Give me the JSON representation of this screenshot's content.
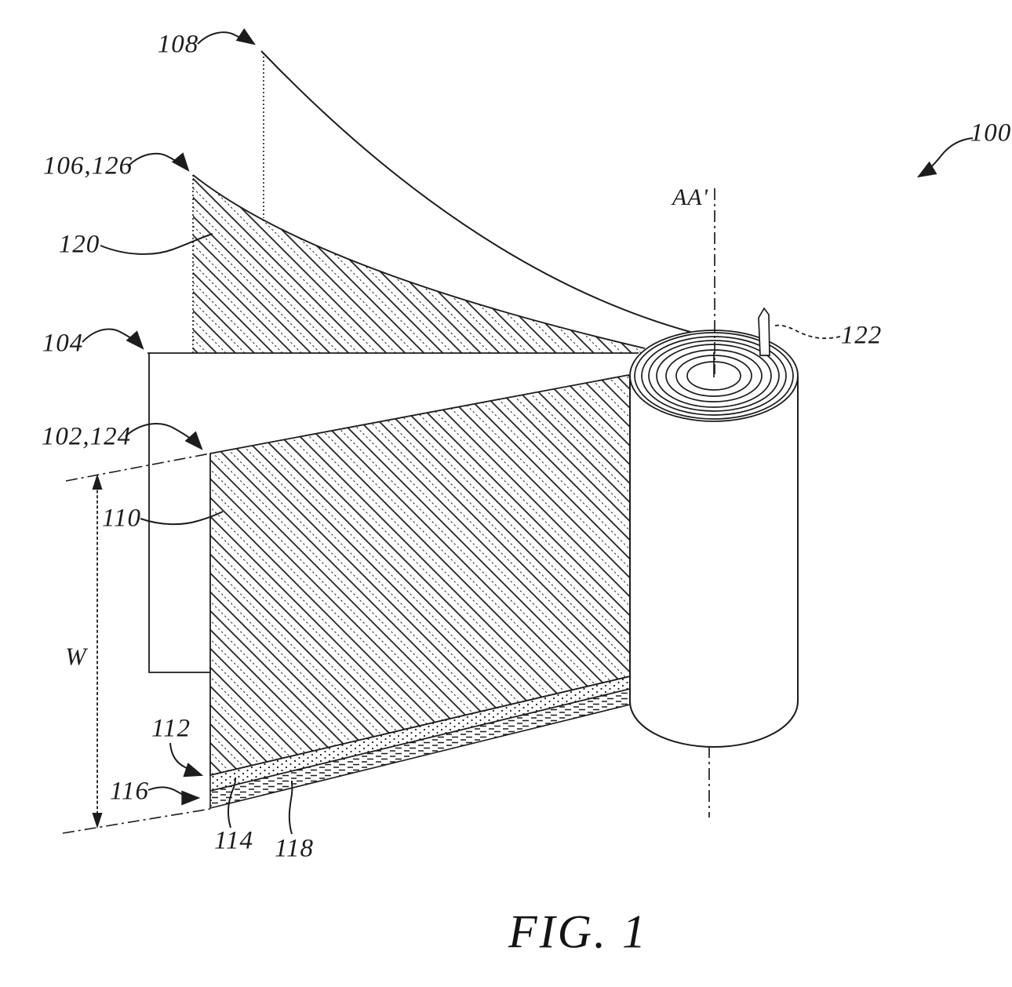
{
  "figure": {
    "caption": "FIG. 1",
    "axis_label": "AA'",
    "width_dimension_label": "W",
    "labels": {
      "ref100": "100",
      "ref108": "108",
      "ref106_126": "106,126",
      "ref120": "120",
      "ref104": "104",
      "ref102_124": "102,124",
      "ref110": "110",
      "ref112": "112",
      "ref116": "116",
      "ref114": "114",
      "ref118": "118",
      "ref122": "122"
    }
  },
  "colors": {
    "ink": "#1c1c1c",
    "background": "#ffffff"
  }
}
